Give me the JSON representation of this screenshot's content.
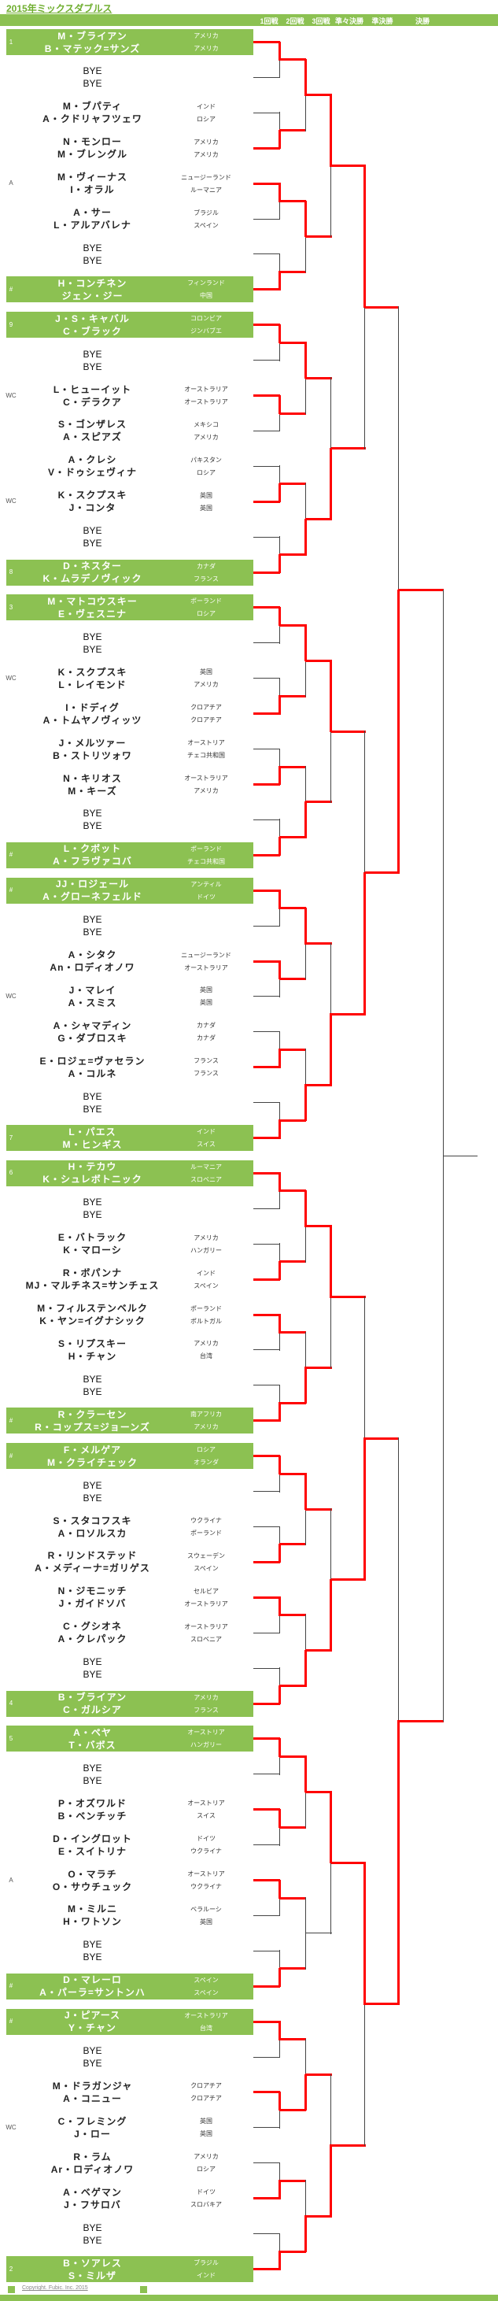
{
  "title": "2015年ミックスダブルス",
  "round_headers": [
    "1回戦",
    "2回戦",
    "3回戦",
    "準々決勝",
    "準決勝",
    "決勝"
  ],
  "footer": {
    "copyright": "Copyright. Fubic. Inc. 2015"
  },
  "colors": {
    "green": "#8cc152",
    "red": "#ff0000",
    "line": "#444444"
  },
  "slots": [
    {
      "seed": "1",
      "p1": "M・ブライアン",
      "c1": "アメリカ",
      "p2": "B・マテック=サンズ",
      "c2": "アメリカ",
      "green": true,
      "bye": false
    },
    {
      "seed": "",
      "p1": "BYE",
      "c1": "",
      "p2": "BYE",
      "c2": "",
      "green": false,
      "bye": true
    },
    {
      "seed": "",
      "p1": "M・ブパティ",
      "c1": "インド",
      "p2": "A・クドリャフツェワ",
      "c2": "ロシア",
      "green": false,
      "bye": false
    },
    {
      "seed": "",
      "p1": "N・モンロー",
      "c1": "アメリカ",
      "p2": "M・ブレングル",
      "c2": "アメリカ",
      "green": false,
      "bye": false
    },
    {
      "seed": "A",
      "p1": "M・ヴィーナス",
      "c1": "ニュージーランド",
      "p2": "I・オラル",
      "c2": "ルーマニア",
      "green": false,
      "bye": false
    },
    {
      "seed": "",
      "p1": "A・サー",
      "c1": "ブラジル",
      "p2": "L・アルアバレナ",
      "c2": "スペイン",
      "green": false,
      "bye": false
    },
    {
      "seed": "",
      "p1": "BYE",
      "c1": "",
      "p2": "BYE",
      "c2": "",
      "green": false,
      "bye": true
    },
    {
      "seed": "#",
      "p1": "H・コンチネン",
      "c1": "フィンランド",
      "p2": "ジェン・ジー",
      "c2": "中国",
      "green": true,
      "bye": false
    },
    {
      "seed": "9",
      "p1": "J・S・キャバル",
      "c1": "コロンビア",
      "p2": "C・ブラック",
      "c2": "ジンバブエ",
      "green": true,
      "bye": false
    },
    {
      "seed": "",
      "p1": "BYE",
      "c1": "",
      "p2": "BYE",
      "c2": "",
      "green": false,
      "bye": true
    },
    {
      "seed": "WC",
      "p1": "L・ヒューイット",
      "c1": "オーストラリア",
      "p2": "C・デラクア",
      "c2": "オーストラリア",
      "green": false,
      "bye": false
    },
    {
      "seed": "",
      "p1": "S・ゴンザレス",
      "c1": "メキシコ",
      "p2": "A・スピアズ",
      "c2": "アメリカ",
      "green": false,
      "bye": false
    },
    {
      "seed": "",
      "p1": "A・クレシ",
      "c1": "パキスタン",
      "p2": "V・ドゥシェヴィナ",
      "c2": "ロシア",
      "green": false,
      "bye": false
    },
    {
      "seed": "WC",
      "p1": "K・スクプスキ",
      "c1": "英国",
      "p2": "J・コンタ",
      "c2": "英国",
      "green": false,
      "bye": false
    },
    {
      "seed": "",
      "p1": "BYE",
      "c1": "",
      "p2": "BYE",
      "c2": "",
      "green": false,
      "bye": true
    },
    {
      "seed": "8",
      "p1": "D・ネスター",
      "c1": "カナダ",
      "p2": "K・ムラデノヴィック",
      "c2": "フランス",
      "green": true,
      "bye": false
    },
    {
      "seed": "3",
      "p1": "M・マトコウスキー",
      "c1": "ポーランド",
      "p2": "E・ヴェスニナ",
      "c2": "ロシア",
      "green": true,
      "bye": false
    },
    {
      "seed": "",
      "p1": "BYE",
      "c1": "",
      "p2": "BYE",
      "c2": "",
      "green": false,
      "bye": true
    },
    {
      "seed": "WC",
      "p1": "K・スクプスキ",
      "c1": "英国",
      "p2": "L・レイモンド",
      "c2": "アメリカ",
      "green": false,
      "bye": false
    },
    {
      "seed": "",
      "p1": "I・ドディグ",
      "c1": "クロアチア",
      "p2": "A・トムヤノヴィッツ",
      "c2": "クロアチア",
      "green": false,
      "bye": false
    },
    {
      "seed": "",
      "p1": "J・メルツァー",
      "c1": "オーストリア",
      "p2": "B・ストリツォワ",
      "c2": "チェコ共和国",
      "green": false,
      "bye": false
    },
    {
      "seed": "",
      "p1": "N・キリオス",
      "c1": "オーストラリア",
      "p2": "M・キーズ",
      "c2": "アメリカ",
      "green": false,
      "bye": false
    },
    {
      "seed": "",
      "p1": "BYE",
      "c1": "",
      "p2": "BYE",
      "c2": "",
      "green": false,
      "bye": true
    },
    {
      "seed": "#",
      "p1": "L・クボット",
      "c1": "ポーランド",
      "p2": "A・フラヴァコバ",
      "c2": "チェコ共和国",
      "green": true,
      "bye": false
    },
    {
      "seed": "#",
      "p1": "JJ・ロジェール",
      "c1": "アンティル",
      "p2": "A・グローネフェルド",
      "c2": "ドイツ",
      "green": true,
      "bye": false
    },
    {
      "seed": "",
      "p1": "BYE",
      "c1": "",
      "p2": "BYE",
      "c2": "",
      "green": false,
      "bye": true
    },
    {
      "seed": "",
      "p1": "A・シタク",
      "c1": "ニュージーランド",
      "p2": "An・ロディオノワ",
      "c2": "オーストラリア",
      "green": false,
      "bye": false
    },
    {
      "seed": "WC",
      "p1": "J・マレイ",
      "c1": "英国",
      "p2": "A・スミス",
      "c2": "英国",
      "green": false,
      "bye": false
    },
    {
      "seed": "",
      "p1": "A・シャマディン",
      "c1": "カナダ",
      "p2": "G・ダブロスキ",
      "c2": "カナダ",
      "green": false,
      "bye": false
    },
    {
      "seed": "",
      "p1": "E・ロジェ=ヴァセラン",
      "c1": "フランス",
      "p2": "A・コルネ",
      "c2": "フランス",
      "green": false,
      "bye": false
    },
    {
      "seed": "",
      "p1": "BYE",
      "c1": "",
      "p2": "BYE",
      "c2": "",
      "green": false,
      "bye": true
    },
    {
      "seed": "7",
      "p1": "L・パエス",
      "c1": "インド",
      "p2": "M・ヒンギス",
      "c2": "スイス",
      "green": true,
      "bye": false
    },
    {
      "seed": "6",
      "p1": "H・テカウ",
      "c1": "ルーマニア",
      "p2": "K・シュレボトニック",
      "c2": "スロベニア",
      "green": true,
      "bye": false
    },
    {
      "seed": "",
      "p1": "BYE",
      "c1": "",
      "p2": "BYE",
      "c2": "",
      "green": false,
      "bye": true
    },
    {
      "seed": "",
      "p1": "E・バトラック",
      "c1": "アメリカ",
      "p2": "K・マローシ",
      "c2": "ハンガリー",
      "green": false,
      "bye": false
    },
    {
      "seed": "",
      "p1": "R・ボパンナ",
      "c1": "インド",
      "p2": "MJ・マルチネス=サンチェス",
      "c2": "スペイン",
      "green": false,
      "bye": false
    },
    {
      "seed": "",
      "p1": "M・フィルステンベルク",
      "c1": "ポーランド",
      "p2": "K・ヤン=イグナシック",
      "c2": "ポルトガル",
      "green": false,
      "bye": false
    },
    {
      "seed": "",
      "p1": "S・リプスキー",
      "c1": "アメリカ",
      "p2": "H・チャン",
      "c2": "台湾",
      "green": false,
      "bye": false
    },
    {
      "seed": "",
      "p1": "BYE",
      "c1": "",
      "p2": "BYE",
      "c2": "",
      "green": false,
      "bye": true
    },
    {
      "seed": "#",
      "p1": "R・クラーセン",
      "c1": "南アフリカ",
      "p2": "R・コップス=ジョーンズ",
      "c2": "アメリカ",
      "green": true,
      "bye": false
    },
    {
      "seed": "#",
      "p1": "F・メルゲア",
      "c1": "ロシア",
      "p2": "M・クライチェック",
      "c2": "オランダ",
      "green": true,
      "bye": false
    },
    {
      "seed": "",
      "p1": "BYE",
      "c1": "",
      "p2": "BYE",
      "c2": "",
      "green": false,
      "bye": true
    },
    {
      "seed": "",
      "p1": "S・スタコフスキ",
      "c1": "ウクライナ",
      "p2": "A・ロソルスカ",
      "c2": "ポーランド",
      "green": false,
      "bye": false
    },
    {
      "seed": "",
      "p1": "R・リンドステッド",
      "c1": "スウェーデン",
      "p2": "A・メディーナ=ガリゲス",
      "c2": "スペイン",
      "green": false,
      "bye": false
    },
    {
      "seed": "",
      "p1": "N・ジモニッチ",
      "c1": "セルビア",
      "p2": "J・ガイドソバ",
      "c2": "オーストラリア",
      "green": false,
      "bye": false
    },
    {
      "seed": "",
      "p1": "C・グシオネ",
      "c1": "オーストラリア",
      "p2": "A・クレパック",
      "c2": "スロベニア",
      "green": false,
      "bye": false
    },
    {
      "seed": "",
      "p1": "BYE",
      "c1": "",
      "p2": "BYE",
      "c2": "",
      "green": false,
      "bye": true
    },
    {
      "seed": "4",
      "p1": "B・ブライアン",
      "c1": "アメリカ",
      "p2": "C・ガルシア",
      "c2": "フランス",
      "green": true,
      "bye": false
    },
    {
      "seed": "5",
      "p1": "A・ペヤ",
      "c1": "オーストリア",
      "p2": "T・バボス",
      "c2": "ハンガリー",
      "green": true,
      "bye": false
    },
    {
      "seed": "",
      "p1": "BYE",
      "c1": "",
      "p2": "BYE",
      "c2": "",
      "green": false,
      "bye": true
    },
    {
      "seed": "",
      "p1": "P・オズワルド",
      "c1": "オーストリア",
      "p2": "B・ベンチッチ",
      "c2": "スイス",
      "green": false,
      "bye": false
    },
    {
      "seed": "",
      "p1": "D・イングロット",
      "c1": "ドイツ",
      "p2": "E・スイトリナ",
      "c2": "ウクライナ",
      "green": false,
      "bye": false
    },
    {
      "seed": "A",
      "p1": "O・マラチ",
      "c1": "オーストリア",
      "p2": "O・サウチュック",
      "c2": "ウクライナ",
      "green": false,
      "bye": false
    },
    {
      "seed": "",
      "p1": "M・ミルニ",
      "c1": "ベラルーシ",
      "p2": "H・ワトソン",
      "c2": "英国",
      "green": false,
      "bye": false
    },
    {
      "seed": "",
      "p1": "BYE",
      "c1": "",
      "p2": "BYE",
      "c2": "",
      "green": false,
      "bye": true
    },
    {
      "seed": "#",
      "p1": "D・マレーロ",
      "c1": "スペイン",
      "p2": "A・パーラ=サントンハ",
      "c2": "スペイン",
      "green": true,
      "bye": false
    },
    {
      "seed": "#",
      "p1": "J・ピアース",
      "c1": "オーストラリア",
      "p2": "Y・チャン",
      "c2": "台湾",
      "green": true,
      "bye": false
    },
    {
      "seed": "",
      "p1": "BYE",
      "c1": "",
      "p2": "BYE",
      "c2": "",
      "green": false,
      "bye": true
    },
    {
      "seed": "",
      "p1": "M・ドラガンジャ",
      "c1": "クロアチア",
      "p2": "A・コニュー",
      "c2": "クロアチア",
      "green": false,
      "bye": false
    },
    {
      "seed": "WC",
      "p1": "C・フレミング",
      "c1": "英国",
      "p2": "J・ロー",
      "c2": "英国",
      "green": false,
      "bye": false
    },
    {
      "seed": "",
      "p1": "R・ラム",
      "c1": "アメリカ",
      "p2": "Ar・ロディオノワ",
      "c2": "ロシア",
      "green": false,
      "bye": false
    },
    {
      "seed": "",
      "p1": "A・ベゲマン",
      "c1": "ドイツ",
      "p2": "J・フサロバ",
      "c2": "スロバキア",
      "green": false,
      "bye": false
    },
    {
      "seed": "",
      "p1": "BYE",
      "c1": "",
      "p2": "BYE",
      "c2": "",
      "green": false,
      "bye": true
    },
    {
      "seed": "2",
      "p1": "B・ソアレス",
      "c1": "ブラジル",
      "p2": "S・ミルザ",
      "c2": "インド",
      "green": true,
      "bye": false
    }
  ],
  "results": {
    "round1": [
      "t",
      "b",
      "t",
      "b",
      "t",
      "t",
      "b",
      "b",
      "t",
      "b",
      "b",
      "b",
      "t",
      "t",
      "b",
      "b",
      "t",
      "b",
      "t",
      "b",
      "t",
      "b",
      "t",
      "b",
      "t",
      "t",
      "t",
      "b",
      "t",
      "t",
      "b",
      "b"
    ],
    "round2": [
      "t",
      "t",
      "t",
      "b",
      "t",
      "b",
      "t",
      "b",
      "t",
      "b",
      "t",
      "b",
      "t",
      null,
      "b",
      "b"
    ],
    "round3": [
      "t",
      "b",
      "t",
      "b",
      "t",
      "b",
      "t",
      "b"
    ],
    "quarterfinals": [
      "t",
      "b",
      "b",
      "t"
    ],
    "semifinals": [
      "b",
      "b"
    ],
    "final": [
      null
    ]
  }
}
